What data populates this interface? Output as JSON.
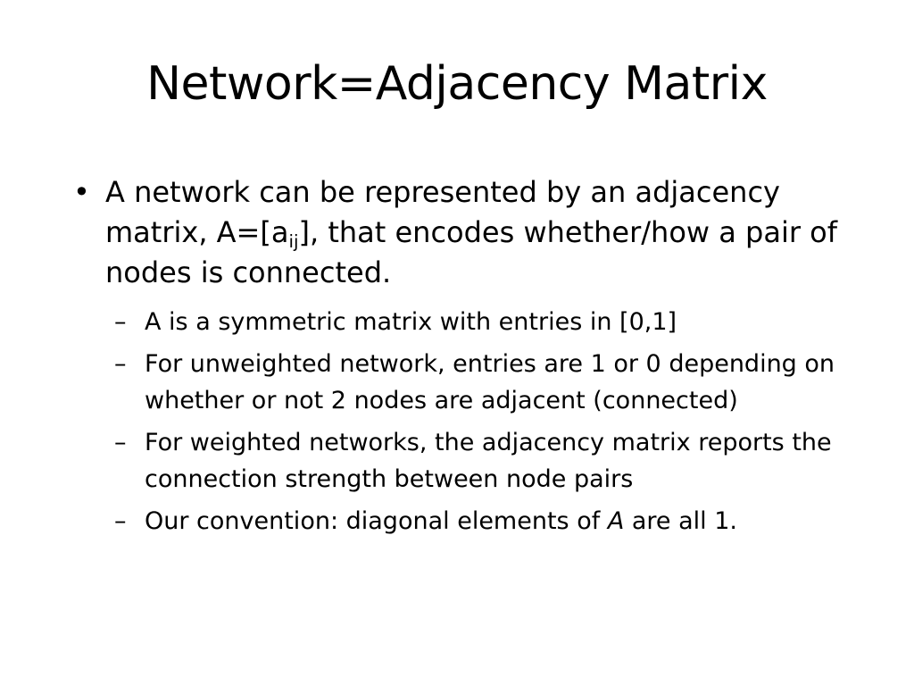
{
  "slide": {
    "title": "Network=Adjacency Matrix",
    "bullet1": {
      "marker": "•",
      "text_before_sub": "A network can be represented by an adjacency matrix, A=[a",
      "sub": "ij",
      "text_after_sub": "], that encodes whether/how a pair of nodes is connected."
    },
    "subbullets": [
      {
        "marker": "–",
        "text": "A is a symmetric matrix with entries in [0,1]"
      },
      {
        "marker": "–",
        "text": "For unweighted network, entries are 1 or 0 depending on whether or not 2 nodes are adjacent (connected)"
      },
      {
        "marker": "–",
        "text": "For weighted networks, the adjacency matrix reports the connection strength between node pairs"
      },
      {
        "marker": "–",
        "text_before": "Our convention: diagonal elements of ",
        "italic": "A",
        "text_after": " are all 1."
      }
    ]
  }
}
